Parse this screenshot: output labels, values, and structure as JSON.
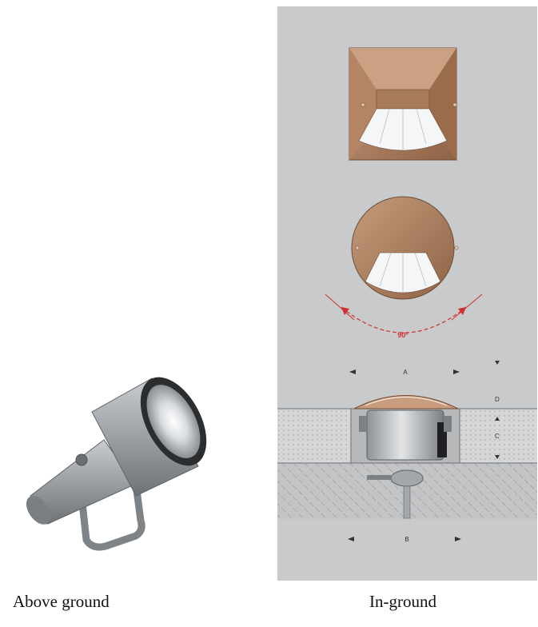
{
  "captions": {
    "above_ground": "Above ground",
    "in_ground": "In-ground"
  },
  "dimensions": {
    "a": "A",
    "b": "B",
    "c": "C",
    "d": "D",
    "beam_angle": "90°"
  },
  "colors": {
    "panel_background": "#c8cacc",
    "bronze": "#b58564",
    "angle_marker": "#d0312d",
    "fixture_grey": "#9ea3a8"
  }
}
